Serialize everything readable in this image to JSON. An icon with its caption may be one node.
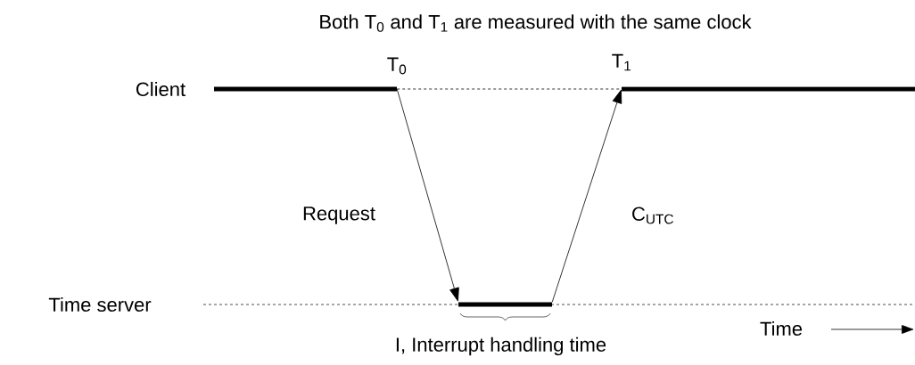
{
  "diagram": {
    "title": "Both T$_{0}$ and T$_{1}$ are measured with the same clock",
    "nodes": [
      {
        "text": [],
        "shape": "bar"
      },
      {
        "text": [],
        "shape": "bar",
        "beside": [
          "I, Interrupt handling time"
        ]
      },
      {
        "text": [],
        "shape": "bar"
      }
    ],
    "edges": [
      {
        "from": 0,
        "to": 1,
        "arrow": "to",
        "label": "Request"
      },
      {
        "from": 1,
        "to": 2,
        "arrow": "to",
        "label": "C$_{UTC}$"
      },
      {
        "from": 0,
        "to": 2,
        "arrow": "none",
        "style": "dashed"
      }
    ],
    "labels": [
      "T$_{0}$",
      "T$_{1}$",
      "Client",
      "Time server",
      "Time"
    ]
  }
}
